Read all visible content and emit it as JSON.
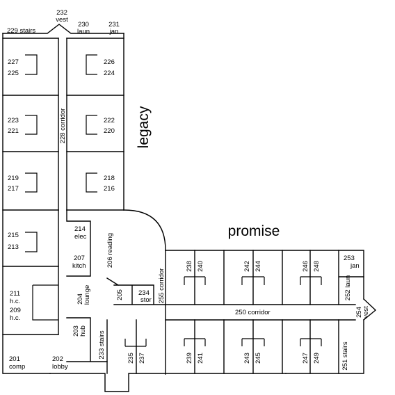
{
  "colors": {
    "ink": "#000000",
    "paper": "#ffffff"
  },
  "wings": {
    "legacy": "legacy",
    "promise": "promise"
  },
  "rooms": {
    "r229": [
      "229 stairs"
    ],
    "r232": [
      "232",
      "vest"
    ],
    "r230": [
      "230",
      "laun"
    ],
    "r231": [
      "231",
      "jan"
    ],
    "r227": [
      "227"
    ],
    "r225": [
      "225"
    ],
    "r226": [
      "226"
    ],
    "r224": [
      "224"
    ],
    "r223": [
      "223"
    ],
    "r221": [
      "221"
    ],
    "r222": [
      "222"
    ],
    "r220": [
      "220"
    ],
    "r228": [
      "228 corridor"
    ],
    "r219": [
      "219"
    ],
    "r217": [
      "217"
    ],
    "r218": [
      "218"
    ],
    "r216": [
      "216"
    ],
    "r215": [
      "215"
    ],
    "r213": [
      "213"
    ],
    "r214": [
      "214",
      "elec"
    ],
    "r206": [
      "206 reading"
    ],
    "r207": [
      "207",
      "kitch"
    ],
    "r211": [
      "211",
      "h.c."
    ],
    "r209": [
      "209",
      "h.c."
    ],
    "r204": [
      "204",
      "lounge"
    ],
    "r205": [
      "205"
    ],
    "r234": [
      "234",
      "stor"
    ],
    "r255": [
      "255 corridor"
    ],
    "r203": [
      "203",
      "hub"
    ],
    "r233": [
      "233 stairs"
    ],
    "r201": [
      "201",
      "comp"
    ],
    "r202": [
      "202",
      "lobby"
    ],
    "r235": [
      "235"
    ],
    "r237": [
      "237"
    ],
    "r238": [
      "238"
    ],
    "r240": [
      "240"
    ],
    "r242": [
      "242"
    ],
    "r244": [
      "244"
    ],
    "r246": [
      "246"
    ],
    "r248": [
      "248"
    ],
    "r253": [
      "253",
      "jan"
    ],
    "r252": [
      "252 laun"
    ],
    "r254": [
      "254",
      "vest"
    ],
    "r250": [
      "250 corridor"
    ],
    "r239": [
      "239"
    ],
    "r241": [
      "241"
    ],
    "r243": [
      "243"
    ],
    "r245": [
      "245"
    ],
    "r247": [
      "247"
    ],
    "r249": [
      "249"
    ],
    "r251": [
      "251 stairs"
    ]
  }
}
